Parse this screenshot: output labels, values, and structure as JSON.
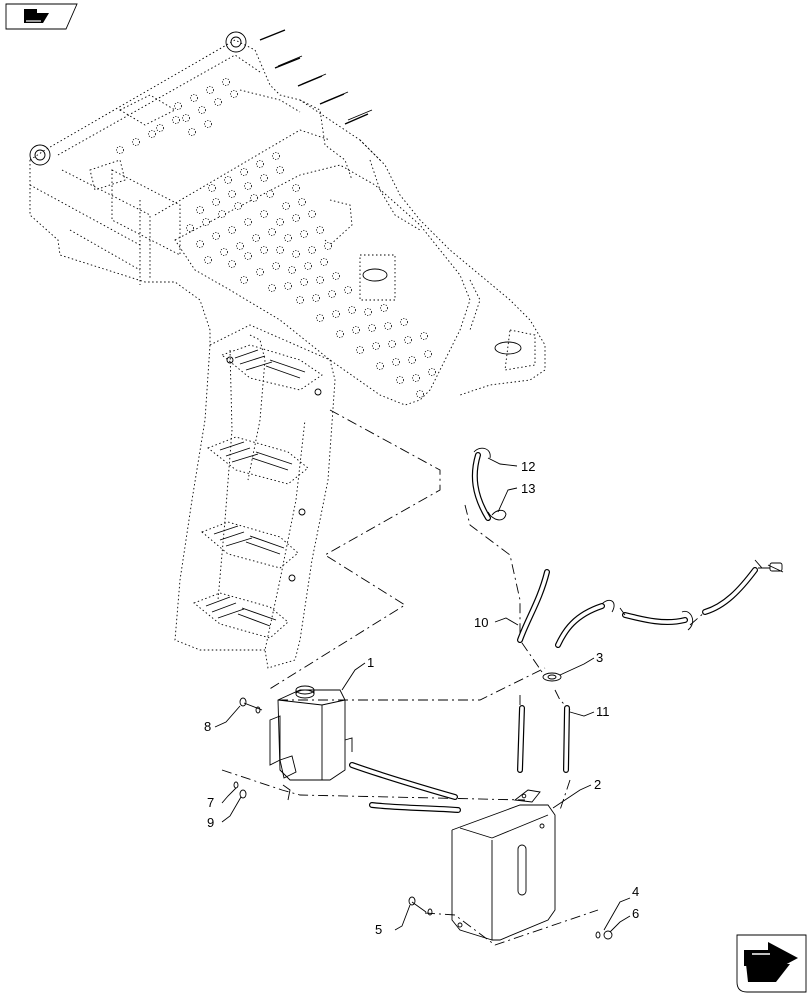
{
  "callouts": {
    "c1": "1",
    "c2": "2",
    "c3": "3",
    "c4": "4",
    "c5": "5",
    "c6": "6",
    "c7": "7",
    "c8": "8",
    "c9": "9",
    "c10": "10",
    "c11": "11",
    "c12": "12",
    "c13": "13"
  },
  "icons": {
    "top_left": "book-arrow-icon",
    "bottom_right": "next-page-arrow-icon"
  }
}
